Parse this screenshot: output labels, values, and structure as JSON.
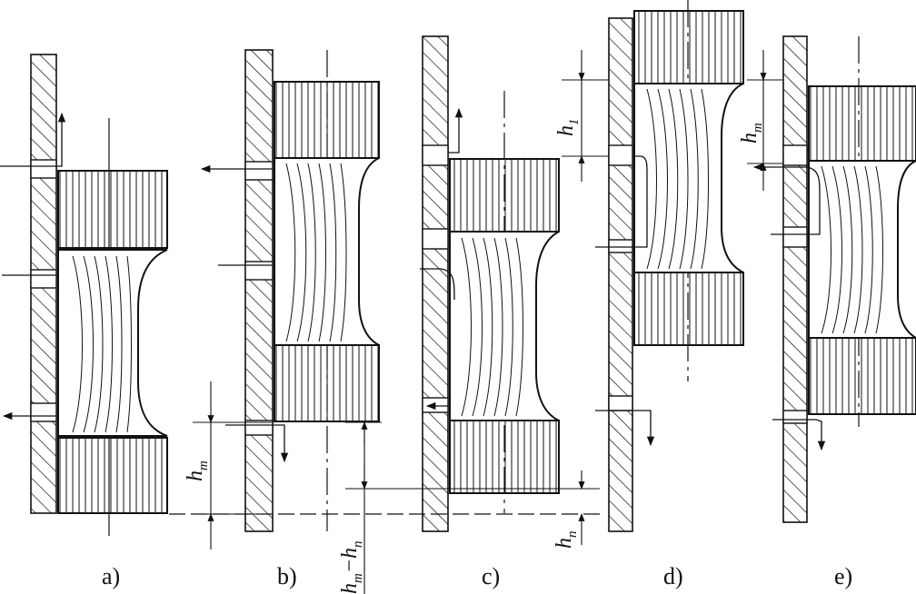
{
  "panels": [
    {
      "id": "a",
      "label": "a)"
    },
    {
      "id": "b",
      "label": "b)"
    },
    {
      "id": "c",
      "label": "c)"
    },
    {
      "id": "d",
      "label": "d)"
    },
    {
      "id": "e",
      "label": "e)"
    }
  ],
  "dimensions": {
    "hm_b": {
      "main": "h",
      "sub": "m"
    },
    "hm_hn": {
      "main": "h",
      "sub1": "m",
      "minus": "−",
      "main2": "h",
      "sub2": "n"
    },
    "hn_c": {
      "main": "h",
      "sub": "n"
    },
    "h1_d": {
      "main": "h",
      "sub": "1"
    },
    "hm_e": {
      "main": "h",
      "sub": "m"
    }
  },
  "colors": {
    "ink": "#111111",
    "background": "#ffffff"
  }
}
